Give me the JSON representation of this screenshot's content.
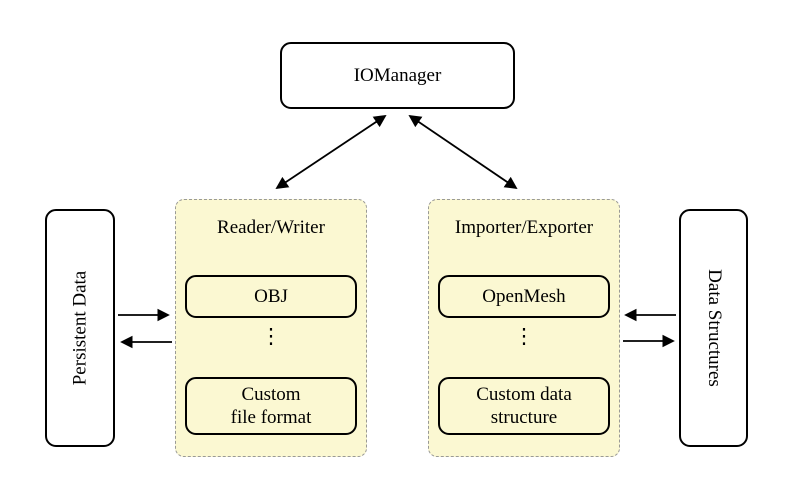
{
  "nodes": {
    "iomanager": {
      "label": "IOManager"
    },
    "persistent_data": {
      "label": "Persistent Data"
    },
    "data_structures": {
      "label": "Data Structures"
    }
  },
  "groups": {
    "reader_writer": {
      "title": "Reader/Writer",
      "item_top": "OBJ",
      "ellipsis": "⋮",
      "item_bottom_line1": "Custom",
      "item_bottom_line2": "file format"
    },
    "importer_exporter": {
      "title": "Importer/Exporter",
      "item_top": "OpenMesh",
      "ellipsis": "⋮",
      "item_bottom_line1": "Custom data",
      "item_bottom_line2": "structure"
    }
  },
  "colors": {
    "group_fill": "#FBF8D2",
    "group_border": "#9A9A96",
    "node_fill": "#FFFFFF",
    "node_border": "#000000",
    "arrow": "#000000",
    "background": "#FFFFFF"
  }
}
